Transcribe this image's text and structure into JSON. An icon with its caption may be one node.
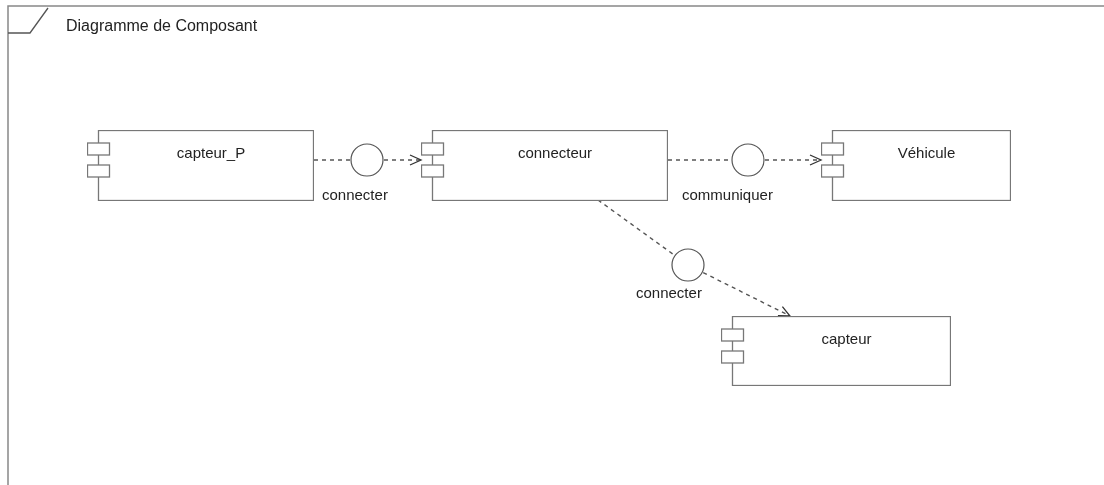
{
  "diagram": {
    "title": "Diagramme de Composant",
    "nodes": [
      {
        "text": [
          "capteur_P"
        ]
      },
      {
        "text": [
          "connecteur"
        ]
      },
      {
        "text": [
          "Véhicule"
        ]
      },
      {
        "text": [
          "capteur"
        ]
      },
      {
        "text": [],
        "shape": "circle",
        "beside": [
          "connecter"
        ]
      },
      {
        "text": [],
        "shape": "circle",
        "beside": [
          "communiquer"
        ]
      },
      {
        "text": [],
        "shape": "circle",
        "beside": [
          "connecter"
        ]
      }
    ],
    "edges": [
      {
        "from": 0,
        "to": 4,
        "arrow": "none",
        "style": "dashed"
      },
      {
        "from": 4,
        "to": 1,
        "arrow": "to",
        "style": "dashed"
      },
      {
        "from": 1,
        "to": 5,
        "arrow": "none",
        "style": "dashed"
      },
      {
        "from": 5,
        "to": 2,
        "arrow": "to",
        "style": "dashed"
      },
      {
        "from": 1,
        "to": 6,
        "arrow": "none",
        "style": "dashed"
      },
      {
        "from": 6,
        "to": 3,
        "arrow": "to",
        "style": "dashed"
      }
    ]
  }
}
